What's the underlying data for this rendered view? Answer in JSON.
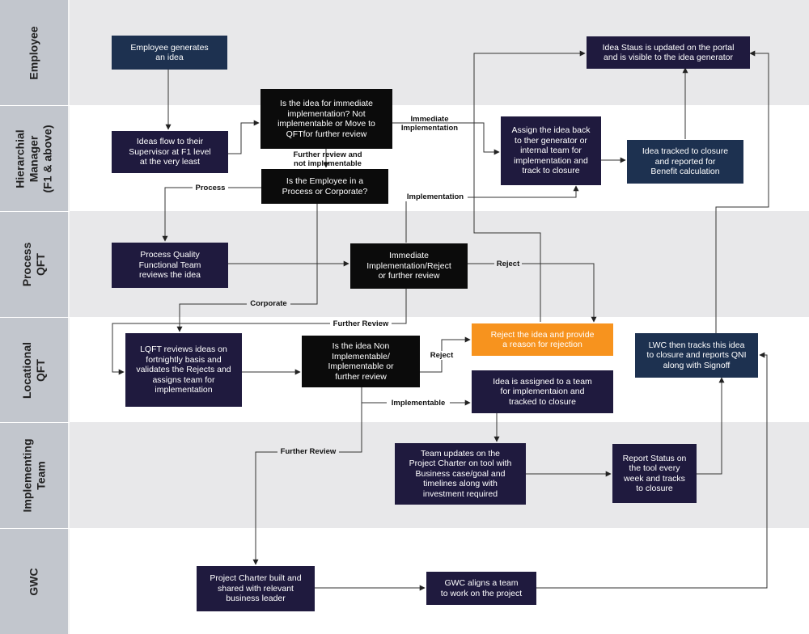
{
  "lanes": [
    {
      "id": "employee",
      "label": "Employee"
    },
    {
      "id": "manager",
      "label": "Hierarchial\nManager\n(F1 & above)"
    },
    {
      "id": "process",
      "label": "Process\nQFT"
    },
    {
      "id": "locational",
      "label": "Locational\nQFT"
    },
    {
      "id": "implementing",
      "label": "Implementing\nTeam"
    },
    {
      "id": "gwc",
      "label": "GWC"
    }
  ],
  "nodes": {
    "employee_generates": "Employee generates\nan idea",
    "ideas_flow": "Ideas flow to their\nSupervisor at F1 level\nat the very least",
    "immediate_question": "Is the idea for immediate\nimplementation? Not\nimplementable or Move to\nQFTfor further review",
    "process_or_corporate": "Is the Employee in a\nProcess or Corporate?",
    "assign_back": "Assign the idea back\nto ther generator or\ninternal team for\nimplementation and\ntrack to closure",
    "tracked_benefit": "Idea tracked to closure\nand reported for\nBenefit calculation",
    "status_updated": "Idea Staus is updated on the portal\nand is visible to the idea generator",
    "process_qft_reviews": "Process Quality\nFunctional Team\nreviews the idea",
    "immediate_reject": "Immediate\nImplementation/Reject\nor further review",
    "lqft_reviews": "LQFT reviews ideas on\nfortnightly basis and\nvalidates the Rejects and\nassigns team for\nimplementation",
    "non_implementable_q": "Is the idea Non\nImplementable/\nImplementable or\nfurther review",
    "reject_reason": "Reject the idea and provide\na reason for rejection",
    "lwc_tracks": "LWC then tracks this idea\nto closure and reports QNI\nalong with Signoff",
    "assigned_team": "Idea is assigned to a team\nfor implementaion and\ntracked to closure",
    "team_updates": "Team updates on the\nProject Charter on tool with\nBusiness case/goal and\ntimelines along with\ninvestment required",
    "report_status": "Report Status on\nthe tool every\nweek and tracks\nto closure",
    "charter_built": "Project Charter built and\nshared with relevant\nbusiness leader",
    "gwc_aligns": "GWC aligns a team\nto work on the project"
  },
  "edge_labels": {
    "immediate_impl": "Immediate\nImplementation",
    "further_review_not_impl": "Further review and\nnot implementable",
    "process": "Process",
    "implementation": "Implementation",
    "reject_1": "Reject",
    "corporate": "Corporate",
    "further_review_1": "Further Review",
    "reject_2": "Reject",
    "implementable": "Implementable",
    "further_review_2": "Further Review"
  },
  "colors": {
    "navy": "#1d3150",
    "purple": "#1f1a3e",
    "black": "#0b0b0b",
    "orange": "#f7931e",
    "lane_label_bg": "#c2c6cd",
    "lane_gray": "#e8e8ea"
  }
}
